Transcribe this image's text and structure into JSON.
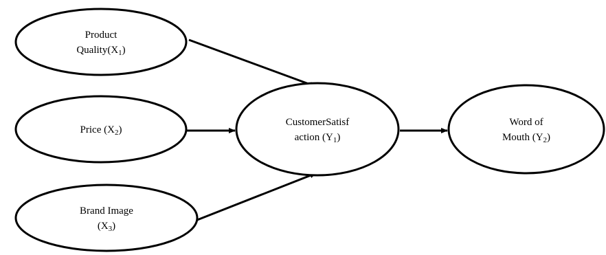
{
  "diagram": {
    "nodes": [
      {
        "id": "x1",
        "lines": [
          [
            {
              "t": "Product"
            }
          ],
          [
            {
              "t": "Quality(X"
            },
            {
              "t": "1",
              "sub": true
            },
            {
              "t": ")"
            }
          ]
        ]
      },
      {
        "id": "x2",
        "lines": [
          [
            {
              "t": "Price  (X"
            },
            {
              "t": "2",
              "sub": true
            },
            {
              "t": ")"
            }
          ]
        ]
      },
      {
        "id": "x3",
        "lines": [
          [
            {
              "t": "Brand Image"
            }
          ],
          [
            {
              "t": "(X"
            },
            {
              "t": "3",
              "sub": true
            },
            {
              "t": ")"
            }
          ]
        ]
      },
      {
        "id": "y1",
        "lines": [
          [
            {
              "t": "CustomerSatisf"
            }
          ],
          [
            {
              "t": "action (Y"
            },
            {
              "t": "1",
              "sub": true
            },
            {
              "t": ")"
            }
          ]
        ]
      },
      {
        "id": "y2",
        "lines": [
          [
            {
              "t": "Word of"
            }
          ],
          [
            {
              "t": "Mouth   (Y"
            },
            {
              "t": "2",
              "sub": true
            },
            {
              "t": ")"
            }
          ]
        ]
      }
    ],
    "edges": [
      {
        "from": "x1",
        "to": "y1"
      },
      {
        "from": "x2",
        "to": "y1"
      },
      {
        "from": "x3",
        "to": "y1"
      },
      {
        "from": "y1",
        "to": "y2"
      }
    ]
  }
}
